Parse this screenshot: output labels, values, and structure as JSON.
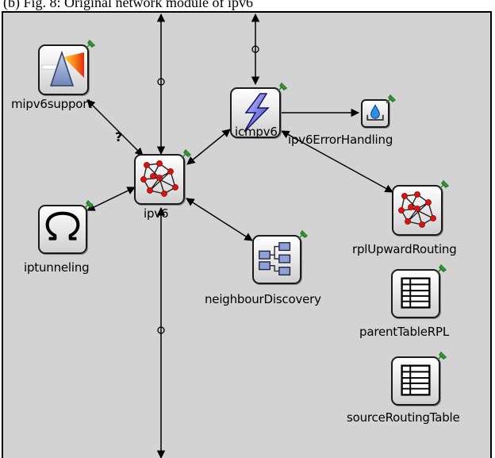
{
  "caption": "(b) Fig. 8: Original network module of ipv6",
  "colors": {
    "canvas_bg": "#d3d3d3",
    "link": "#000000",
    "pin": "#3aa63a",
    "node_red": "#e01010"
  },
  "modules": {
    "mipv6support": {
      "label": "mipv6support",
      "icon": "prism-icon"
    },
    "ipv6": {
      "label": "ipv6",
      "icon": "network-graph-icon"
    },
    "icmpv6": {
      "label": "icmpv6",
      "icon": "lightning-icon"
    },
    "ipv6ErrorHandling": {
      "label": "ipv6ErrorHandling",
      "icon": "droplet-icon"
    },
    "iptunneling": {
      "label": "iptunneling",
      "icon": "omega-icon"
    },
    "neighbourDiscovery": {
      "label": "neighbourDiscovery",
      "icon": "tree-blocks-icon"
    },
    "rplUpwardRouting": {
      "label": "rplUpwardRouting",
      "icon": "network-graph-icon"
    },
    "parentTableRPL": {
      "label": "parentTableRPL",
      "icon": "table-icon"
    },
    "sourceRoutingTable": {
      "label": "sourceRoutingTable",
      "icon": "table-icon"
    }
  },
  "link_labels": {
    "mipv6_ipv6": "?"
  }
}
